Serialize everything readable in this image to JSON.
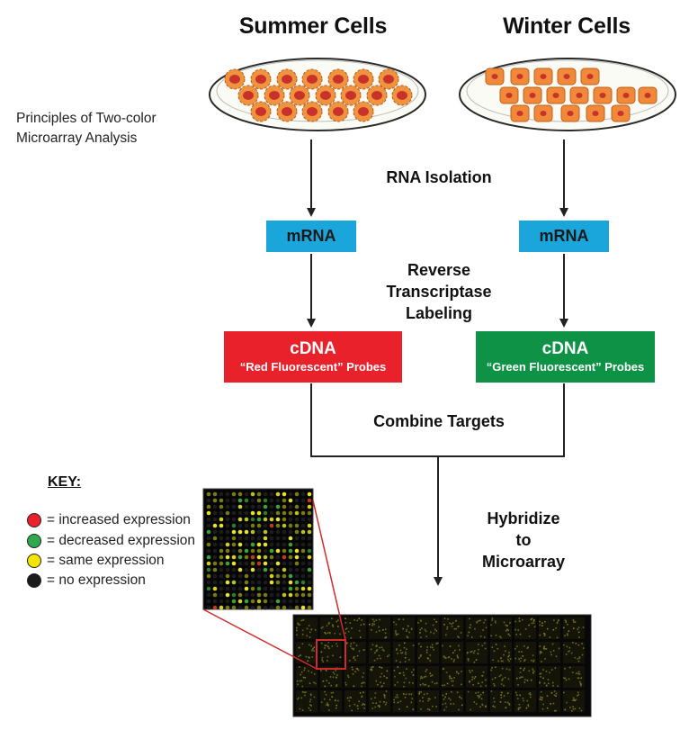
{
  "titles": {
    "summer": "Summer Cells",
    "winter": "Winter Cells"
  },
  "subtitle": {
    "line1": "Principles of Two-color",
    "line2": "Microarray Analysis"
  },
  "steps": {
    "rna_isolation": "RNA Isolation",
    "rt_line1": "Reverse",
    "rt_line2": "Transcriptase",
    "rt_line3": "Labeling",
    "combine": "Combine Targets",
    "hyb_line1": "Hybridize",
    "hyb_line2": "to",
    "hyb_line3": "Microarray"
  },
  "boxes": {
    "mrna_left": "mRNA",
    "mrna_right": "mRNA",
    "cdna_left_main": "cDNA",
    "cdna_left_sub": "“Red Fluorescent” Probes",
    "cdna_right_main": "cDNA",
    "cdna_right_sub": "“Green Fluorescent” Probes"
  },
  "key": {
    "title": "KEY:",
    "items": [
      {
        "label": "= increased expression",
        "color": "#e8212b"
      },
      {
        "label": "= decreased expression",
        "color": "#2fa84f"
      },
      {
        "label": "= same expression",
        "color": "#f2e600"
      },
      {
        "label": "= no expression",
        "color": "#1a1a1a"
      }
    ]
  },
  "colors": {
    "mrna_box": "#1aa5db",
    "red_probe": "#e8212b",
    "green_probe": "#0e9346",
    "summer_cell": "#c8322a",
    "winter_cell": "#f08a3a",
    "arrow": "#222222",
    "zoom_line": "#d02b2b"
  },
  "icons": {
    "summer_dish": "petri-dish-icon",
    "winter_dish": "petri-dish-icon",
    "zoomed_array": "microarray-zoom-image",
    "full_array": "microarray-slide-image"
  }
}
